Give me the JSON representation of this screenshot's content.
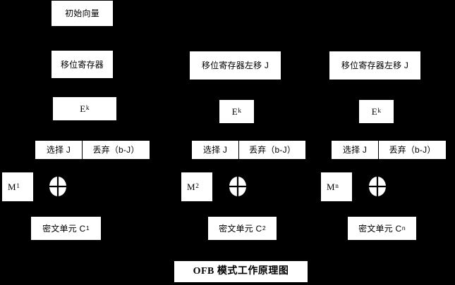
{
  "diagram": {
    "title": "OFB 模式工作原理图",
    "background_color": "#000000",
    "box_color": "#ffffff",
    "text_color": "#000000",
    "nodes": {
      "iv": "初始向量",
      "shift_register": "移位寄存器",
      "shift_register_left": "移位寄存器左移 J",
      "encrypt_label": "E",
      "encrypt_sub": "k",
      "select": "选择 J",
      "discard": "丢弃（b-J）",
      "plaintext_label": "M",
      "cipher_label": "密文单元 C"
    },
    "columns": [
      {
        "index": 1,
        "register": "移位寄存器",
        "encrypt": "E",
        "encrypt_sub": "k",
        "select": "选择 J",
        "discard": "丢弃（b-J）",
        "plaintext": "M",
        "plaintext_sub": "1",
        "cipher": "密文单元 C",
        "cipher_sub": "1",
        "xor": "xor-operator"
      },
      {
        "index": 2,
        "register": "移位寄存器左移 J",
        "encrypt": "E",
        "encrypt_sub": "k",
        "select": "选择 J",
        "discard": "丢弃（b-J）",
        "plaintext": "M",
        "plaintext_sub": "2",
        "cipher": "密文单元 C",
        "cipher_sub": "2",
        "xor": "xor-operator"
      },
      {
        "index": 3,
        "register": "移位寄存器左移 J",
        "encrypt": "E",
        "encrypt_sub": "k",
        "select": "选择 J",
        "discard": "丢弃（b-J）",
        "plaintext": "M",
        "plaintext_sub": "n",
        "cipher": "密文单元 C",
        "cipher_sub": "n",
        "xor": "xor-operator"
      }
    ]
  }
}
